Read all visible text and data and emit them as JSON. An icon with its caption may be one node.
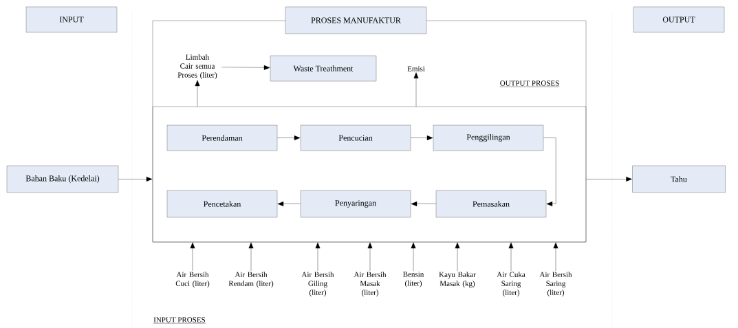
{
  "diagram": {
    "nodes": [
      {
        "text": [
          "INPUT"
        ]
      },
      {
        "text": [
          "PROSES MANUFAKTUR"
        ]
      },
      {
        "text": [
          "OUTPUT"
        ]
      },
      {
        "text": [],
        "shape": "box",
        "in": 1
      },
      {
        "text": [
          "Limbah Cair semua Proses (liter)"
        ],
        "in": 1
      },
      {
        "text": [
          "Waste Treathment"
        ],
        "in": 1
      },
      {
        "text": [
          "Emisi"
        ],
        "in": 1
      },
      {
        "text": [
          "Perendaman"
        ],
        "in": 3
      },
      {
        "text": [
          "Pencucian"
        ],
        "in": 3
      },
      {
        "text": [
          "Penggilingan"
        ],
        "in": 3
      },
      {
        "text": [
          "Pemasakan"
        ],
        "in": 3
      },
      {
        "text": [
          "Penyaringan"
        ],
        "in": 3
      },
      {
        "text": [
          "Pencetakan"
        ],
        "in": 3
      },
      {
        "text": [
          "Bahan Baku (Kedelai)"
        ]
      },
      {
        "text": [
          "Tahu"
        ]
      },
      {
        "text": [
          "Air Bersih Cuci (liter)"
        ]
      },
      {
        "text": [
          "Air Bersih Rendam (liter)"
        ]
      },
      {
        "text": [
          "Air Bersih Giling (liter)"
        ]
      },
      {
        "text": [
          "Air Bersih Masak (liter)"
        ]
      },
      {
        "text": [
          "Bensin (liter)"
        ]
      },
      {
        "text": [
          "Kayu Bakar Masak (kg)"
        ]
      },
      {
        "text": [
          "Air Cuka Saring (liter)"
        ]
      },
      {
        "text": [
          "Air Bersih Saring (liter)"
        ]
      }
    ],
    "edges": [
      {
        "from": 13,
        "to": 3,
        "arrow": "to"
      },
      {
        "from": 3,
        "to": 14,
        "arrow": "to"
      },
      {
        "from": 3,
        "to": 4,
        "arrow": "to"
      },
      {
        "from": 3,
        "to": 6,
        "arrow": "to"
      },
      {
        "from": 4,
        "to": 5,
        "arrow": "to"
      },
      {
        "from": 7,
        "to": 8,
        "arrow": "to"
      },
      {
        "from": 8,
        "to": 9,
        "arrow": "to"
      },
      {
        "from": 9,
        "to": 10,
        "arrow": "to"
      },
      {
        "from": 10,
        "to": 11,
        "arrow": "to"
      },
      {
        "from": 11,
        "to": 12,
        "arrow": "to"
      },
      {
        "from": 15,
        "to": 3,
        "arrow": "to"
      },
      {
        "from": 16,
        "to": 3,
        "arrow": "to"
      },
      {
        "from": 17,
        "to": 3,
        "arrow": "to"
      },
      {
        "from": 18,
        "to": 3,
        "arrow": "to"
      },
      {
        "from": 19,
        "to": 3,
        "arrow": "to"
      },
      {
        "from": 20,
        "to": 3,
        "arrow": "to"
      },
      {
        "from": 21,
        "to": 3,
        "arrow": "to"
      },
      {
        "from": 22,
        "to": 3,
        "arrow": "to"
      }
    ],
    "labels": [
      "OUTPUT PROSES",
      "INPUT PROSES"
    ]
  }
}
